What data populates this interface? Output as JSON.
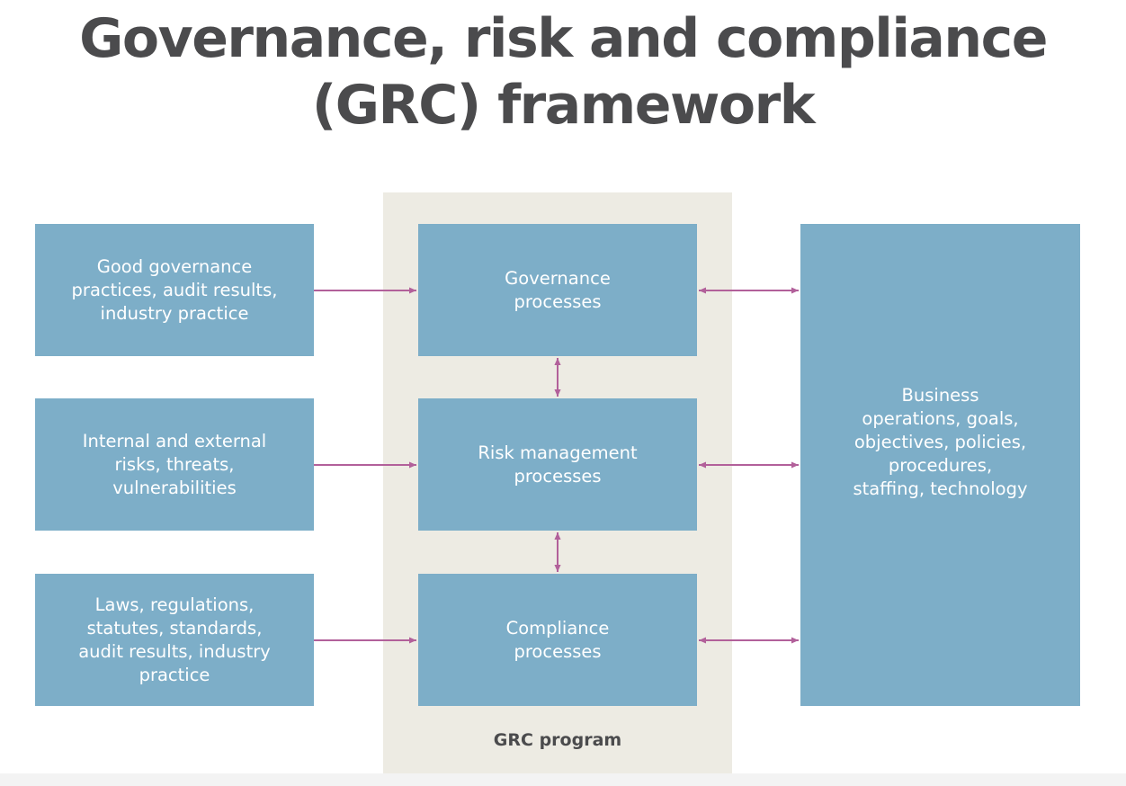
{
  "title": {
    "line1": "Governance, risk and compliance",
    "line2": "(GRC) framework"
  },
  "inputs": [
    {
      "text": "Good governance practices, audit results, industry practice"
    },
    {
      "text": "Internal and external risks, threats, vulnerabilities"
    },
    {
      "text": "Laws, regulations, statutes, standards, audit results, industry practice"
    }
  ],
  "grc_program": {
    "label": "GRC program",
    "processes": [
      {
        "text": "Governance processes"
      },
      {
        "text": "Risk management processes"
      },
      {
        "text": "Compliance processes"
      }
    ]
  },
  "business": {
    "text": "Business operations, goals, objectives, policies, procedures, staffing, technology"
  },
  "colors": {
    "box_fill": "#7daec8",
    "panel_fill": "#edebe3",
    "arrow": "#b2609a",
    "title_text": "#4b4b4d",
    "box_text": "#ffffff"
  }
}
